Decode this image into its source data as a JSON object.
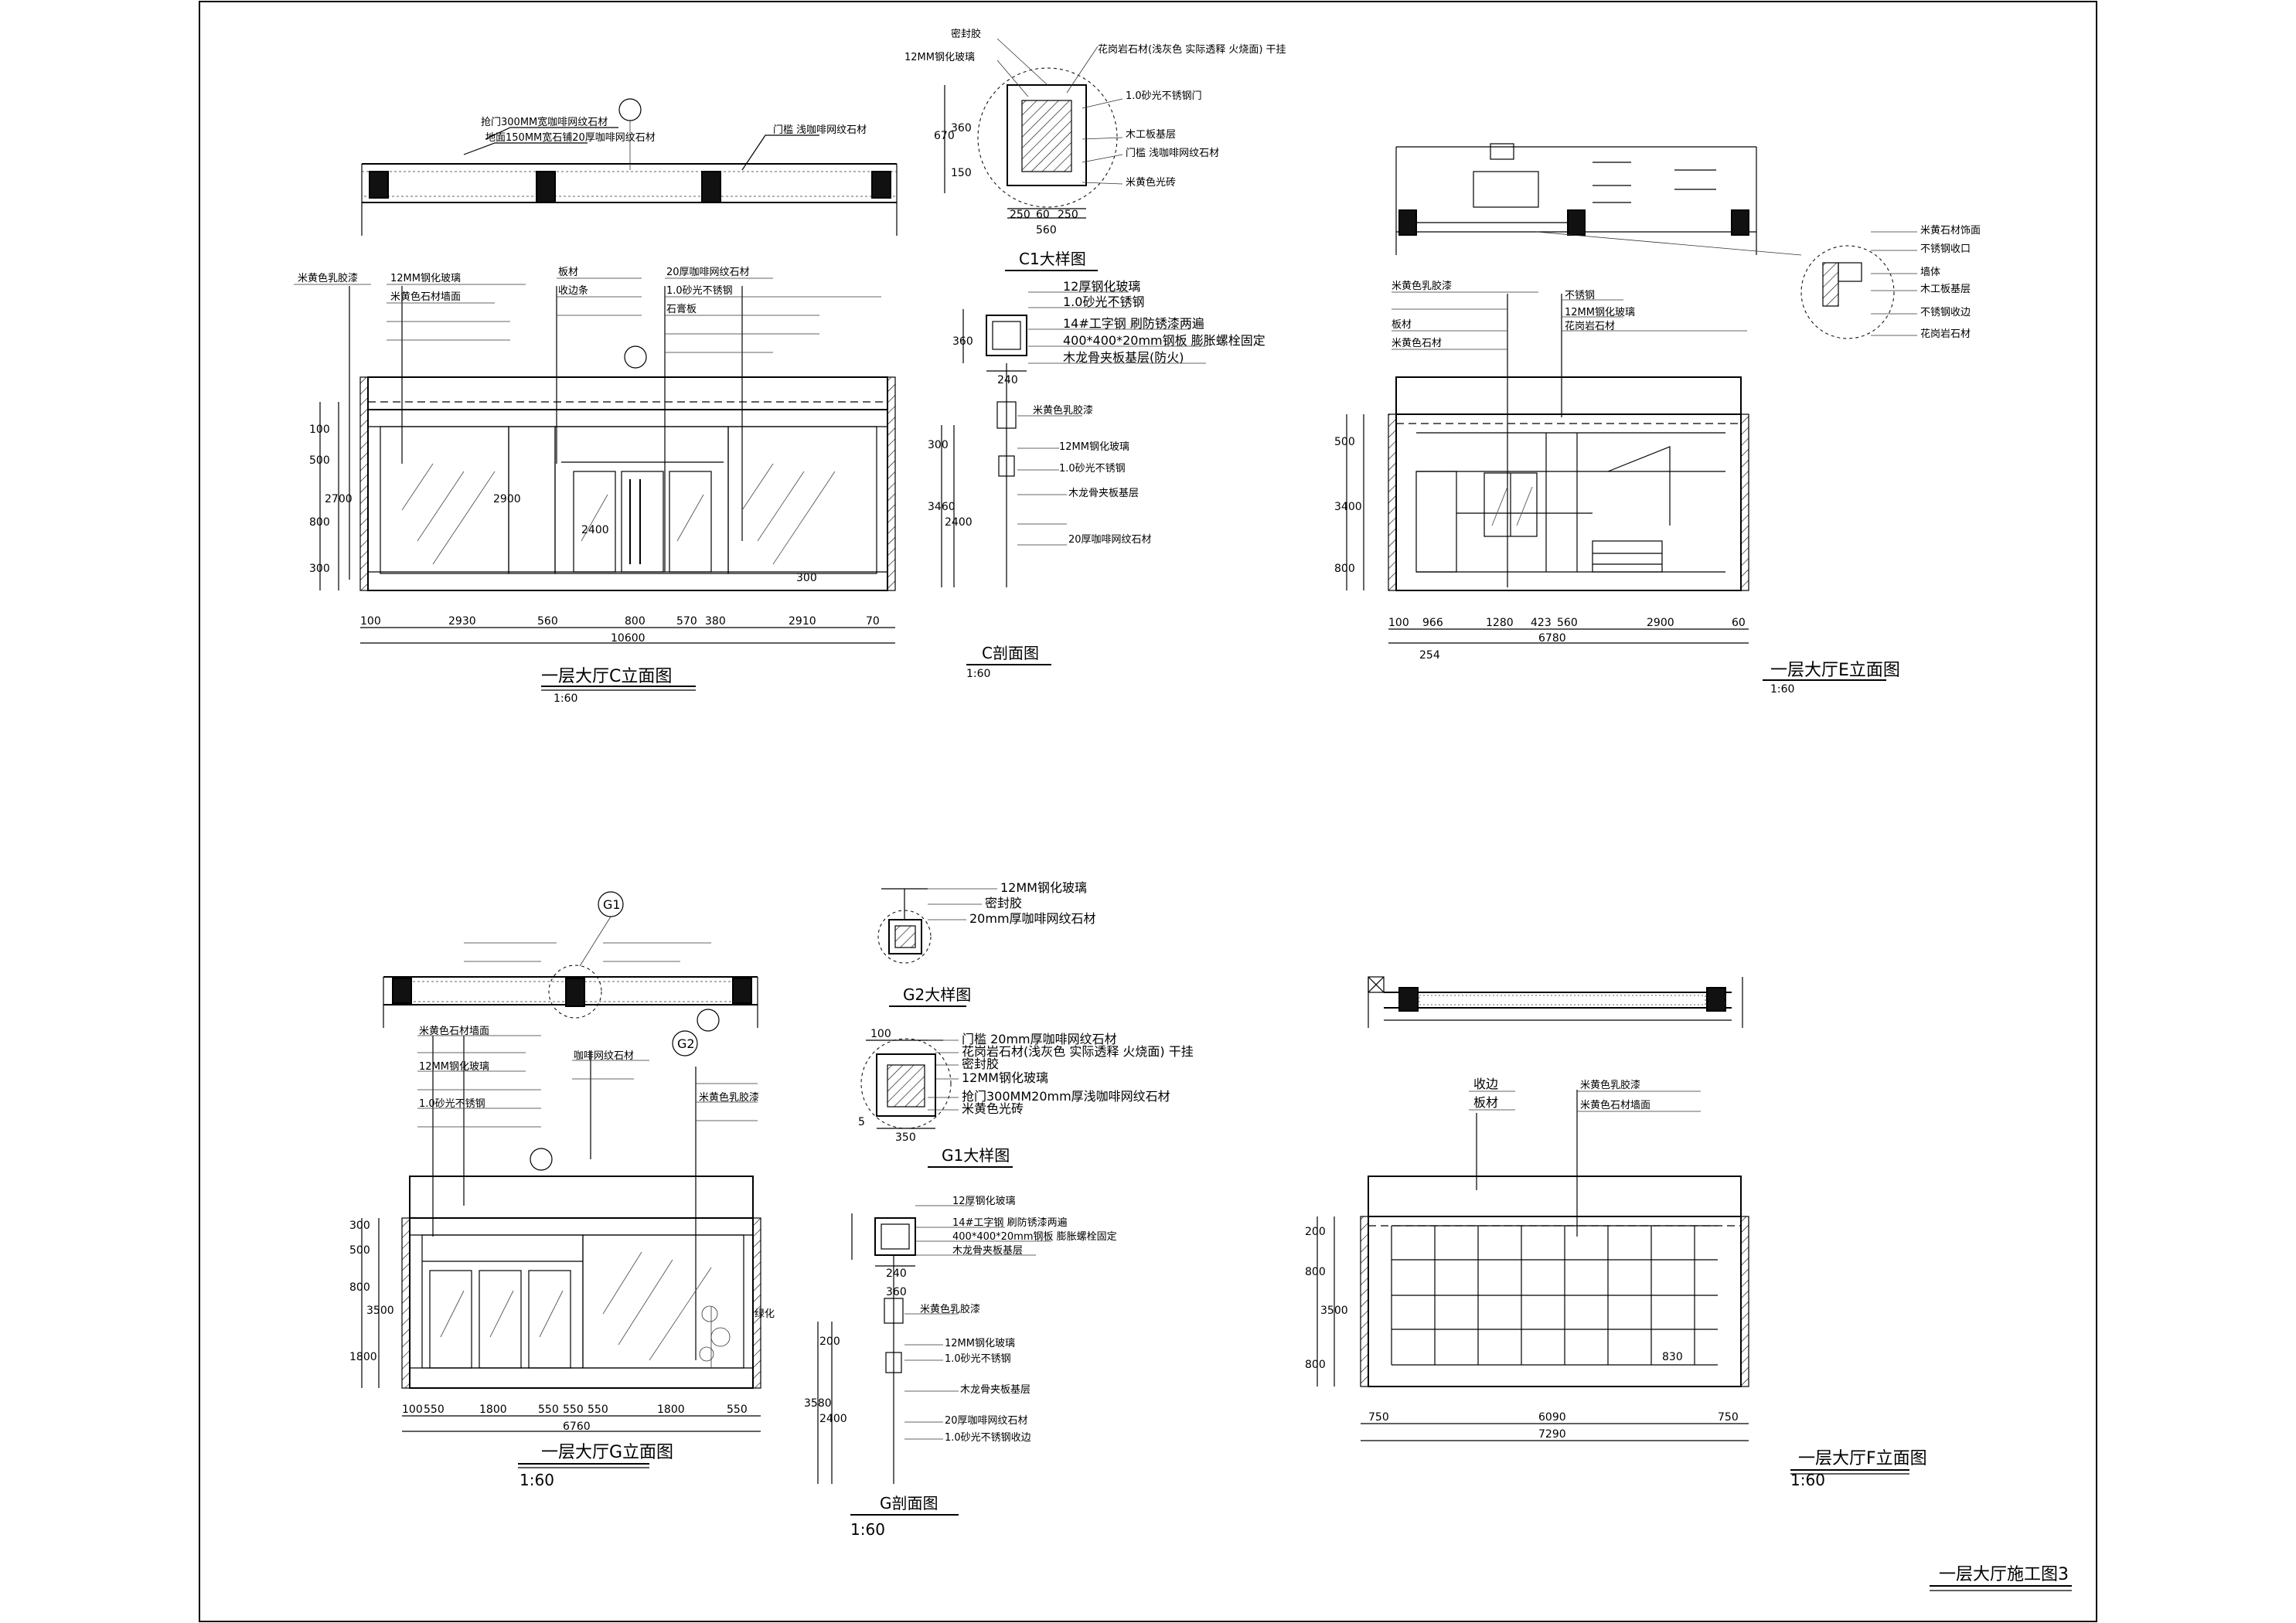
{
  "sheet": {
    "title": "一层大厅施工图3"
  },
  "elev_c": {
    "title": "一层大厅C立面图",
    "scale": "1:60",
    "plan_notes": [
      "抢门300MM宽咖啡网纹石材",
      "地面150MM宽石铺20厚咖啡网纹石材",
      "门槛 浅咖啡网纹石材"
    ],
    "notes": [
      "米黄色乳胶漆",
      "12MM钢化玻璃",
      "米黄色石材墙面",
      "板材",
      "收边条",
      "20厚咖啡网纹石材",
      "1.0砂光不锈钢",
      "石膏板"
    ],
    "dims_bottom": [
      "100",
      "2930",
      "560",
      "800",
      "570",
      "380",
      "2910",
      "70"
    ],
    "total": "10600",
    "dims_left": [
      "100",
      "500",
      "800",
      "2700",
      "300"
    ],
    "inner": [
      "2900",
      "300",
      "2400"
    ]
  },
  "c1_detail": {
    "title": "C1大样图",
    "notes": [
      "密封胶",
      "12MM钢化玻璃",
      "花岗岩石材(浅灰色 实际透释 火烧面) 干挂",
      "1.0砂光不锈钢门",
      "木工板基层",
      "门槛 浅咖啡网纹石材",
      "米黄色光砖"
    ],
    "dims": [
      "250",
      "60",
      "250",
      "560"
    ],
    "dims_v": [
      "670",
      "360",
      "150"
    ]
  },
  "c_section": {
    "title": "C剖面图",
    "scale": "1:60",
    "notes": [
      "12厚钢化玻璃",
      "1.0砂光不锈钢",
      "14#工字钢 刷防锈漆两遍",
      "400*400*20mm钢板 膨胀螺栓固定",
      "木龙骨夹板基层(防火)",
      "米黄色乳胶漆",
      "12MM钢化玻璃",
      "1.0砂光不锈钢",
      "木龙骨夹板基层",
      "20厚咖啡网纹石材"
    ],
    "dims": [
      "360",
      "240",
      "300",
      "2400",
      "3460"
    ]
  },
  "elev_e": {
    "title": "一层大厅E立面图",
    "scale": "1:60",
    "notes": [
      "米黄色乳胶漆",
      "板材",
      "米黄色石材",
      "不锈钢",
      "12MM钢化玻璃",
      "花岗岩石材"
    ],
    "dims_bottom": [
      "100",
      "966",
      "1280",
      "423",
      "560",
      "2900",
      "60"
    ],
    "total": "6780",
    "dims_left": [
      "500",
      "3400",
      "800"
    ],
    "extra": "254",
    "e1_notes": [
      "米黄石材饰面",
      "不锈钢收口",
      "墙体",
      "木工板基层",
      "不锈钢收边",
      "花岗岩石材"
    ]
  },
  "elev_g": {
    "title": "一层大厅G立面图",
    "scale": "1:60",
    "markers": [
      "G1",
      "G2"
    ],
    "notes": [
      "米黄色石材墙面",
      "12MM钢化玻璃",
      "1.0砂光不锈钢",
      "咖啡网纹石材",
      "米黄色乳胶漆",
      "绿化"
    ],
    "dims_bottom": [
      "100",
      "550",
      "1800",
      "550",
      "550",
      "550",
      "1800",
      "550"
    ],
    "total": "6760",
    "dims_left": [
      "300",
      "500",
      "800",
      "3500",
      "1800"
    ]
  },
  "g2_detail": {
    "title": "G2大样图",
    "notes": [
      "12MM钢化玻璃",
      "密封胶",
      "20mm厚咖啡网纹石材"
    ]
  },
  "g1_detail": {
    "title": "G1大样图",
    "notes": [
      "门槛 20mm厚咖啡网纹石材",
      "花岗岩石材(浅灰色 实际透释 火烧面) 干挂",
      "密封胶",
      "12MM钢化玻璃",
      "抢门300MM20mm厚浅咖啡网纹石材",
      "米黄色光砖"
    ],
    "dims": [
      "100",
      "350",
      "5"
    ]
  },
  "g_section": {
    "title": "G剖面图",
    "scale": "1:60",
    "notes": [
      "12厚钢化玻璃",
      "14#工字钢 刷防锈漆两遍",
      "400*400*20mm钢板 膨胀螺栓固定",
      "木龙骨夹板基层",
      "米黄色乳胶漆",
      "12MM钢化玻璃",
      "1.0砂光不锈钢",
      "木龙骨夹板基层",
      "20厚咖啡网纹石材",
      "1.0砂光不锈钢收边"
    ],
    "dims": [
      "360",
      "240",
      "200",
      "2400",
      "3580"
    ]
  },
  "elev_f": {
    "title": "一层大厅F立面图",
    "scale": "1:60",
    "notes": [
      "收边",
      "板材",
      "米黄色乳胶漆",
      "米黄色石材墙面"
    ],
    "dims_bottom": [
      "750",
      "6090",
      "750"
    ],
    "total": "7290",
    "dims_left": [
      "200",
      "800",
      "3500",
      "800"
    ],
    "inner": "830"
  }
}
